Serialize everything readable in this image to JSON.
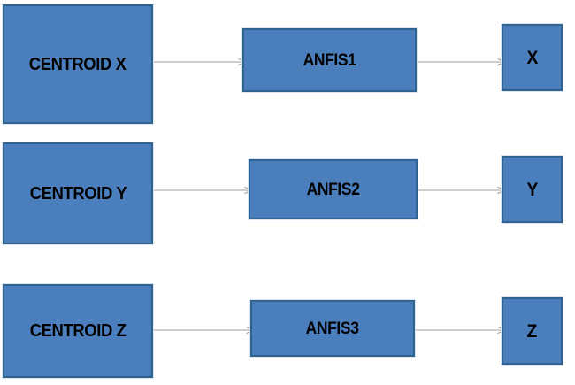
{
  "diagram": {
    "title": "ANFIS centroid mapping block diagram",
    "colors": {
      "node_fill": "#4a7ebc",
      "node_border": "#31618f",
      "node_outer_glow": "#dce6f1",
      "arrow": "#9c9c9c",
      "text": "#000000",
      "background": "#ffffff"
    },
    "rows": [
      {
        "id": "row-x",
        "input": {
          "label": "CENTROID X",
          "name": "centroid-x-node"
        },
        "processor": {
          "label": "ANFIS1",
          "name": "anfis1-node"
        },
        "output": {
          "label": "X",
          "name": "output-x-node"
        },
        "arrow1": {
          "name": "arrow-centroid-x-to-anfis1"
        },
        "arrow2": {
          "name": "arrow-anfis1-to-output-x"
        }
      },
      {
        "id": "row-y",
        "input": {
          "label": "CENTROID Y",
          "name": "centroid-y-node"
        },
        "processor": {
          "label": "ANFIS2",
          "name": "anfis2-node"
        },
        "output": {
          "label": "Y",
          "name": "output-y-node"
        },
        "arrow1": {
          "name": "arrow-centroid-y-to-anfis2"
        },
        "arrow2": {
          "name": "arrow-anfis2-to-output-y"
        }
      },
      {
        "id": "row-z",
        "input": {
          "label": "CENTROID Z",
          "name": "centroid-z-node"
        },
        "processor": {
          "label": "ANFIS3",
          "name": "anfis3-node"
        },
        "output": {
          "label": "Z",
          "name": "output-z-node"
        },
        "arrow1": {
          "name": "arrow-centroid-z-to-anfis3"
        },
        "arrow2": {
          "name": "arrow-anfis3-to-output-z"
        }
      }
    ]
  }
}
